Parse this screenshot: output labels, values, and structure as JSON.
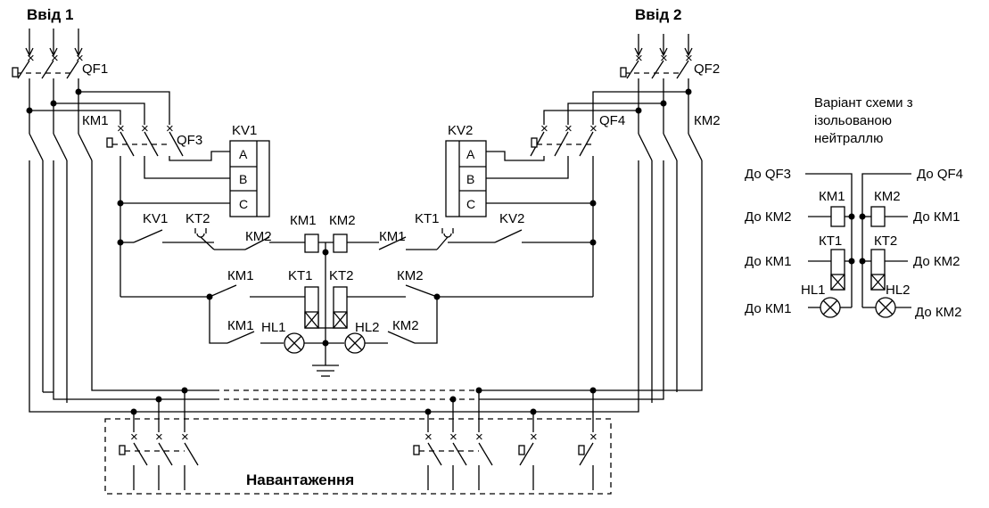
{
  "inputs": {
    "input1": "Ввід 1",
    "input2": "Ввід 2"
  },
  "load": "Навантаження",
  "breakers": {
    "qf1": "QF1",
    "qf2": "QF2",
    "qf3": "QF3",
    "qf4": "QF4"
  },
  "contactors": {
    "km1": "КМ1",
    "km2": "КМ2"
  },
  "relays": {
    "kv1": "KV1",
    "kv2": "KV2",
    "kt1": "KT1",
    "kt2": "KT2"
  },
  "lamps": {
    "hl1": "HL1",
    "hl2": "HL2"
  },
  "phases": [
    "A",
    "B",
    "C"
  ],
  "variant": {
    "title_lines": [
      "Варіант схеми з",
      "ізольованою",
      "нейтраллю"
    ],
    "to_qf3": "До QF3",
    "to_qf4": "До QF4",
    "to_km1": "До КМ1",
    "to_km2": "До КМ2",
    "km1": "КМ1",
    "km2": "КМ2",
    "kt1": "КТ1",
    "kt2": "КТ2",
    "hl1": "HL1",
    "hl2": "HL2"
  }
}
